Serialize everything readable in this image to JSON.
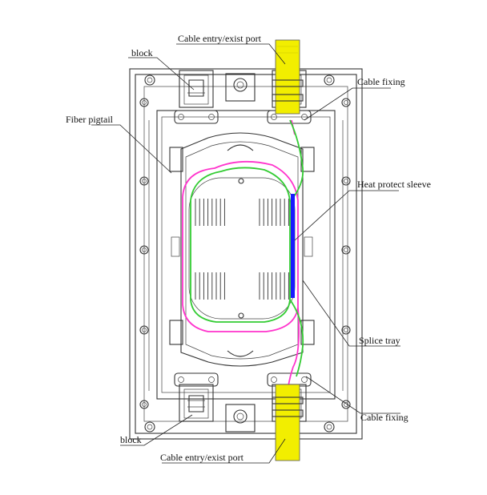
{
  "labels": {
    "cable_entry_top": "Cable entry/exist port",
    "block_top": "block",
    "fiber_pigtail": "Fiber pigtail",
    "cable_fixing_top": "Cable fixing",
    "heat_protect_sleeve": "Heat protect sleeve",
    "splice_tray": "Splice tray",
    "cable_fixing_bottom": "Cable fixing",
    "block_bottom": "block",
    "cable_entry_bottom": "Cable entry/exist port"
  },
  "colors": {
    "cable": "#f2ee00",
    "fiber_pigtail": "#ff33cc",
    "fiber_green": "#33cc33",
    "heat_protect_sleeve": "#1a1aff",
    "outline": "#333333"
  }
}
